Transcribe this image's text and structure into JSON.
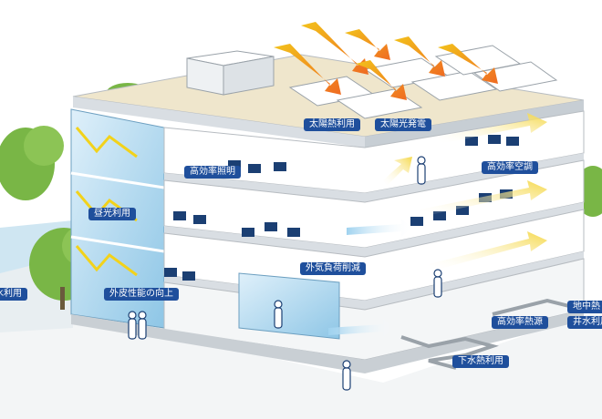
{
  "labels": {
    "solar_heat": "太陽熱利用",
    "solar_power": "太陽光発電",
    "efficient_lighting": "高効率照明",
    "efficient_ac": "高効率空調",
    "daylight": "昼光利用",
    "outdoor_air_reduction": "外気負荷削減",
    "rainwater": "雨水利用",
    "envelope": "外皮性能の向上",
    "efficient_heat_source": "高効率熱源",
    "geothermal": "地中熱",
    "well_water": "井水利用",
    "sewage_heat": "下水熱利用"
  },
  "colors": {
    "label_bg": "#1f4f9c",
    "label_text": "#ffffff",
    "sun_arrow_start": "#f2c21b",
    "sun_arrow_end": "#ef6b22",
    "heat_arrow": "#f5d84a",
    "glass": "#a9d3ec",
    "floor_slab": "#d9dee3",
    "roof_deck": "#efe6cc",
    "tree": "#79b646",
    "water": "#cfe6f2"
  }
}
